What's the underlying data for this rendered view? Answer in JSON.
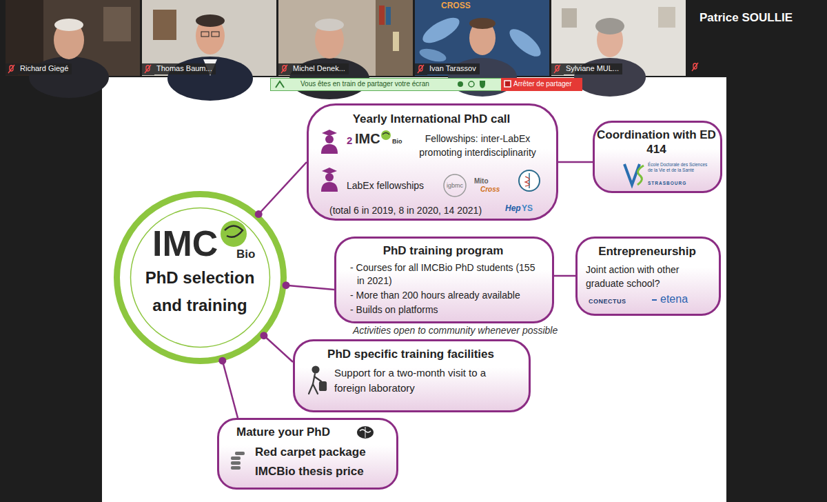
{
  "diagram": {
    "nodes": [
      {
        "text": [
          "Richard Giegé"
        ]
      },
      {
        "text": [
          "Thomas Baum..."
        ]
      },
      {
        "text": [
          "Michel Denek..."
        ]
      },
      {
        "text": [
          "Ivan Tarassov"
        ]
      },
      {
        "text": [
          "Sylviane MUL..."
        ]
      },
      {
        "text": [
          "Patrice SOULLIE"
        ]
      },
      {
        "text": [
          "Vous êtes en train de partager votre écran"
        ]
      },
      {
        "text": [
          "Arrêter de partager"
        ],
        "in": 6
      },
      {
        "text": [
          "IMC",
          "Bio",
          "PhD selection and training"
        ]
      },
      {
        "text": [
          "Yearly International PhD call",
          "2",
          "IMC",
          "Bio",
          "Fellowships: inter-LabEx promoting interdisciplinarity",
          "LabEx fellowships",
          "igbmc",
          "Mito",
          "Cross",
          "Hep",
          "YS",
          "(total 6 in 2019, 8 in 2020, 14 2021)"
        ]
      },
      {
        "text": [
          "Coordination with ED 414",
          "École Doctorale des Sciences de la Vie et de la Santé",
          "STRASBOURG"
        ]
      },
      {
        "text": [
          "PhD training program",
          "- Courses for all IMCBio PhD students (155 in 2021)",
          "- More than 200 hours already available",
          "- Builds on platforms"
        ]
      },
      {
        "text": [
          "Entrepreneurship",
          "Joint action with other graduate school?",
          "CONECTUS",
          "etena"
        ]
      },
      {
        "text": [
          "PhD specific training facilities",
          "Support for a two-month visit to a foreign laboratory"
        ]
      },
      {
        "text": [
          "Mature your PhD",
          "Red carpet package",
          "IMCBio thesis price"
        ]
      }
    ],
    "edges": [
      {
        "from": 8,
        "to": 9,
        "arrow": "none"
      },
      {
        "from": 9,
        "to": 10,
        "arrow": "none"
      },
      {
        "from": 8,
        "to": 11,
        "arrow": "none"
      },
      {
        "from": 11,
        "to": 12,
        "arrow": "none"
      },
      {
        "from": 8,
        "to": 13,
        "arrow": "none"
      },
      {
        "from": 8,
        "to": 14,
        "arrow": "none"
      }
    ],
    "labels": [
      "Activities open to community whenever possible",
      "CROSS"
    ]
  }
}
